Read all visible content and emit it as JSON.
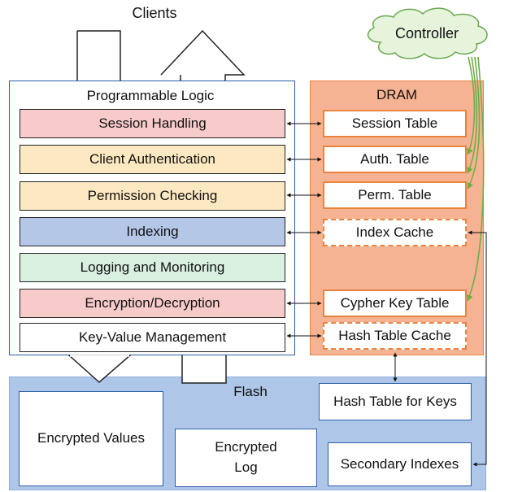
{
  "clients_label": "Clients",
  "controller_label": "Controller",
  "programmable_logic": {
    "title": "Programmable Logic",
    "blocks": [
      {
        "label": "Session Handling",
        "color": "#f8cbcb"
      },
      {
        "label": "Client Authentication",
        "color": "#fde9c1"
      },
      {
        "label": "Permission Checking",
        "color": "#fde9c1"
      },
      {
        "label": "Indexing",
        "color": "#b4c7e7"
      },
      {
        "label": "Logging and Monitoring",
        "color": "#d9f0e1"
      },
      {
        "label": "Encryption/Decryption",
        "color": "#f8cbcb"
      },
      {
        "label": "Key-Value Management",
        "color": "#ffffff"
      }
    ]
  },
  "dram": {
    "title": "DRAM",
    "tables": [
      {
        "label": "Session Table",
        "style": "solid"
      },
      {
        "label": "Auth. Table",
        "style": "solid"
      },
      {
        "label": "Perm. Table",
        "style": "solid"
      },
      {
        "label": "Index Cache",
        "style": "dashed"
      },
      {
        "label": "Cypher Key Table",
        "style": "solid"
      },
      {
        "label": "Hash Table Cache",
        "style": "dashed"
      }
    ]
  },
  "flash": {
    "title": "Flash",
    "encrypted_values": "Encrypted Values",
    "encrypted_log_line1": "Encrypted",
    "encrypted_log_line2": "Log",
    "hash_table_for_keys": "Hash Table for Keys",
    "secondary_indexes": "Secondary Indexes"
  },
  "colors": {
    "logic_border": "#2e5ea8",
    "dram_fill": "#f6b394",
    "dram_border": "#e9833e",
    "flash_fill": "#aec7e8",
    "controller_arrow": "#70ad47"
  }
}
